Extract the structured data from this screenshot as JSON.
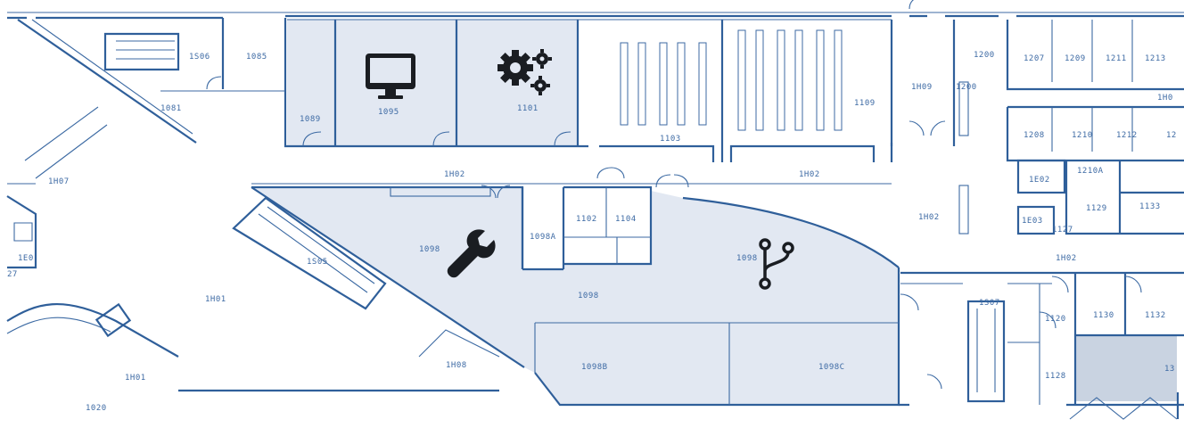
{
  "map": {
    "colors": {
      "wall": "#2f5f9a",
      "highlight": "#e2e8f2",
      "highlight_dark": "#c9d3e1",
      "icon": "#1a1d22",
      "label": "#3d6aa4"
    },
    "icons": [
      "monitor-icon",
      "gears-icon",
      "wrench-icon",
      "git-branch-icon"
    ],
    "labels": {
      "s106": "1S06",
      "r1085": "1085",
      "r1081": "1081",
      "r1089": "1089",
      "r1095": "1095",
      "r1101": "1101",
      "r1103": "1103",
      "r1109": "1109",
      "h109": "1H09",
      "r1200": "1200",
      "r1200b": "1200",
      "r1207": "1207",
      "r1209": "1209",
      "r1211": "1211",
      "r1213": "1213",
      "h10x": "1H0",
      "r1208": "1208",
      "r1210": "1210",
      "r1212": "1212",
      "r12x": "12",
      "e102": "1E02",
      "r1210a": "1210A",
      "e103": "1E03",
      "r1129": "1129",
      "r1133": "1133",
      "r1127": "1127",
      "h107": "1H07",
      "h102a": "1H02",
      "h102b": "1H02",
      "h102c": "1H02",
      "h102d": "1H02",
      "r1102": "1102",
      "r1104": "1104",
      "r1098a": "1098A",
      "r1098_1": "1098",
      "r1098_2": "1098",
      "r1098_3": "1098",
      "s105": "1S05",
      "h101a": "1H01",
      "h101b": "1H01",
      "h108": "1H08",
      "r1098b": "1098B",
      "r1098c": "1098C",
      "s107": "1S07",
      "r1130": "1130",
      "r1132": "1132",
      "r13x": "13",
      "r1120": "1120",
      "r1128": "1128",
      "e1": "1E0",
      "r27": "27",
      "r1020": "1020"
    }
  }
}
